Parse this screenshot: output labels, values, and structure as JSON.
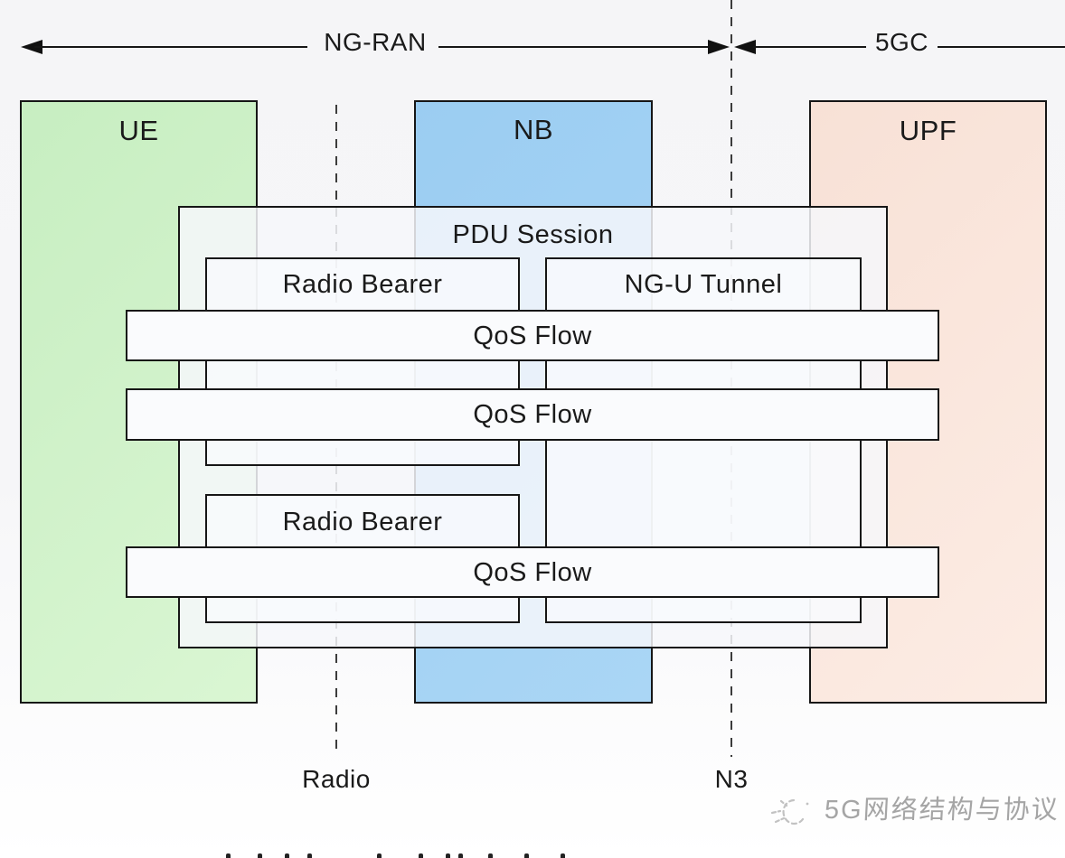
{
  "diagram": {
    "top_axis": {
      "left_region": "NG-RAN",
      "right_region": "5GC"
    },
    "nodes": {
      "ue": "UE",
      "nb": "NB",
      "upf": "UPF"
    },
    "pdu_session_label": "PDU Session",
    "radio_bearer_1": "Radio Bearer",
    "radio_bearer_2": "Radio Bearer",
    "ngu_tunnel": "NG-U Tunnel",
    "qos_flow_1": "QoS Flow",
    "qos_flow_2": "QoS Flow",
    "qos_flow_3": "QoS Flow",
    "interface_radio": "Radio",
    "interface_n3": "N3"
  },
  "watermark": "5G网络结构与协议",
  "colors": {
    "ue_fill": "#c9efc3",
    "nb_fill": "#9ccdf2",
    "upf_fill": "#f9e3d9",
    "line": "#161616",
    "panel_fill": "#fafbfd",
    "watermark_gray": "#a5a5a5"
  },
  "clipped_caption_marks": [
    250,
    285,
    315,
    340,
    417,
    463,
    493,
    507,
    540,
    580,
    620
  ]
}
